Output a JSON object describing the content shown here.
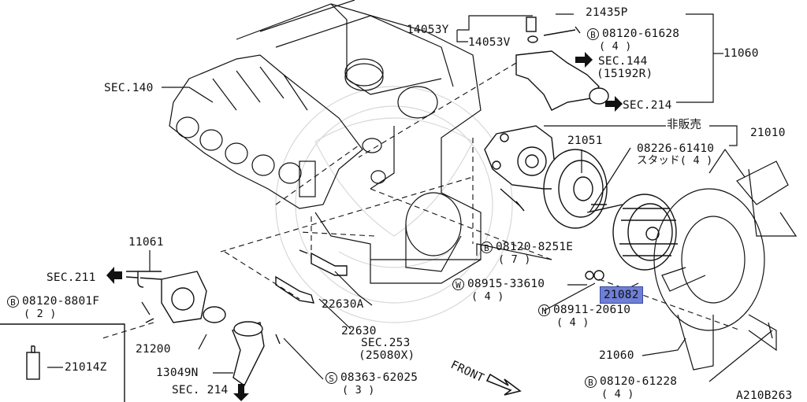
{
  "diagram_code": "A210B263",
  "labels": {
    "l_14053y": "14053Y",
    "l_14053v": "14053V",
    "l_21435p": "21435P",
    "l_11060": "11060",
    "l_b_08120_61628": "08120-61628",
    "l_q4_a": "( 4 )",
    "l_sec144": "SEC.144",
    "l_15192r": "(15192R)",
    "l_sec214_top": "SEC.214",
    "l_sec140": "SEC.140",
    "l_hihanbai": "非販売",
    "l_21010": "21010",
    "l_21051": "21051",
    "l_08226_61410": "08226-61410",
    "l_stud4": "スタッド( 4 )",
    "l_b_08120_8251e": "08120-8251E",
    "l_q7": "( 7 )",
    "l_11061": "11061",
    "l_sec211": "SEC.211",
    "l_b_08120_8801f": "08120-8801F",
    "l_q2": "( 2 )",
    "l_w_08915_33610": "08915-33610",
    "l_q4_b": "( 4 )",
    "l_21082": "21082",
    "l_n_08911_20610": "08911-20610",
    "l_q4_c": "( 4 )",
    "l_22630a": "22630A",
    "l_22630": "22630",
    "l_sec253": "SEC.253",
    "l_25080x": "(25080X)",
    "l_21200": "21200",
    "l_21014z": "21014Z",
    "l_13049n": "13049N",
    "l_s_08363_62025": "08363-62025",
    "l_q3": "( 3 )",
    "l_sec214_bottom": "SEC. 214",
    "l_front": "FRONT",
    "l_21060": "21060",
    "l_b_08120_61228": "08120-61228",
    "l_q4_d": "( 4 )"
  },
  "badges": {
    "b": "B",
    "w": "W",
    "n": "N",
    "s": "S"
  },
  "highlight_color": "#6f7fd6"
}
